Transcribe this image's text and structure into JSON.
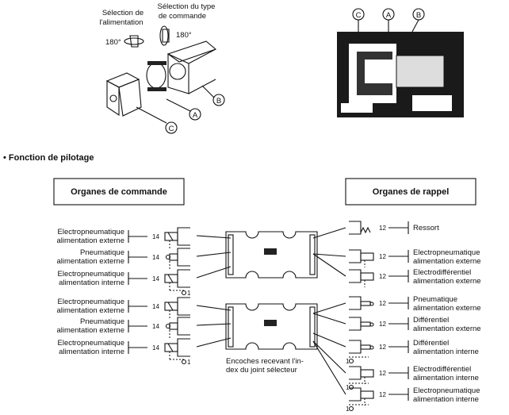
{
  "top": {
    "label_alimentation": [
      "Sélection de",
      "l'alimentation"
    ],
    "label_commande": [
      "Sélection du type",
      "de commande"
    ],
    "rotation_1": "180°",
    "rotation_2": "180°",
    "callouts": [
      "A",
      "B",
      "C"
    ],
    "section_callouts": [
      "C",
      "A",
      "B"
    ]
  },
  "section_title": "• Fonction de pilotage",
  "commande": {
    "header": "Organes de commande",
    "port": "14",
    "rows": [
      {
        "l1": "Electropneumatique",
        "l2": "alimentation externe"
      },
      {
        "l1": "Pneumatique",
        "l2": "alimentation externe"
      },
      {
        "l1": "Electropneumatique",
        "l2": "alimentation interne"
      },
      {
        "l1": "Electropneumatique",
        "l2": "alimentation externe"
      },
      {
        "l1": "Pneumatique",
        "l2": "alimentation externe"
      },
      {
        "l1": "Electropneumatique",
        "l2": "alimentation interne"
      }
    ]
  },
  "rappel": {
    "header": "Organes de rappel",
    "port": "12",
    "rows": [
      {
        "l1": "Ressort",
        "l2": ""
      },
      {
        "l1": "Electropneumatique",
        "l2": "alimentation externe"
      },
      {
        "l1": "Electrodifférentiel",
        "l2": "alimentation externe"
      },
      {
        "l1": "Pneumatique",
        "l2": "alimentation externe"
      },
      {
        "l1": "Différentiel",
        "l2": "alimentation externe"
      },
      {
        "l1": "Différentiel",
        "l2": "alimentation interne"
      },
      {
        "l1": "Electrodifférentiel",
        "l2": "alimentation interne"
      },
      {
        "l1": "Electropneumatique",
        "l2": "alimentation interne"
      }
    ]
  },
  "joint_note": [
    "Encoches recevant l'in-",
    "dex du joint sélecteur"
  ],
  "supply_port": "1"
}
